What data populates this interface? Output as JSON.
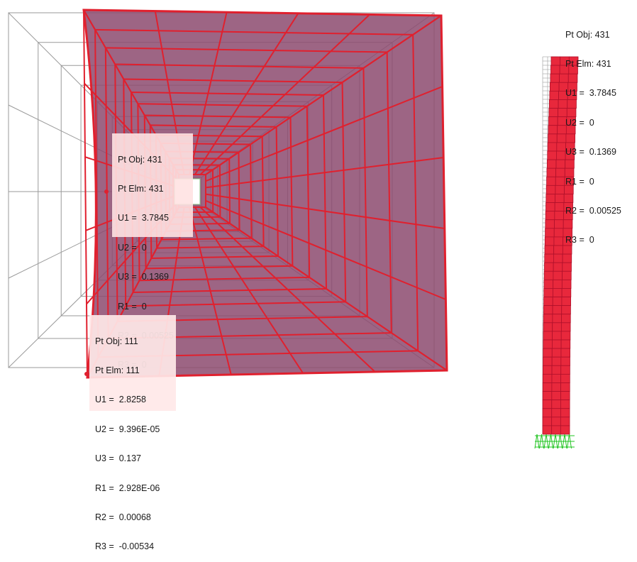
{
  "tooltips": {
    "left_431": {
      "lines": [
        "Pt Obj: 431",
        "Pt Elm: 431",
        "U1 =  3.7845",
        "U2 =  0",
        "U3 =  0.1369",
        "R1 =  0",
        "R2 =  0.00525",
        "R3 =  0"
      ]
    },
    "left_111": {
      "lines": [
        "Pt Obj: 111",
        "Pt Elm: 111",
        "U1 =  2.8258",
        "U2 =  9.396E-05",
        "U3 =  0.137",
        "R1 =  2.928E-06",
        "R2 =  0.00068",
        "R3 =  -0.00534"
      ]
    },
    "right_431": {
      "lines": [
        "Pt Obj: 431",
        "Pt Elm: 431",
        "U1 =  3.7845",
        "U2 =  0",
        "U3 =  0.1369",
        "R1 =  0",
        "R2 =  0.00525",
        "R3 =  0"
      ]
    }
  },
  "colors": {
    "deformed_line": "#e0202e",
    "deformed_fill": "#8c4a6e",
    "undeformed_line": "#9a9a9a",
    "column_fill": "#e8283c",
    "support": "#22c422"
  }
}
